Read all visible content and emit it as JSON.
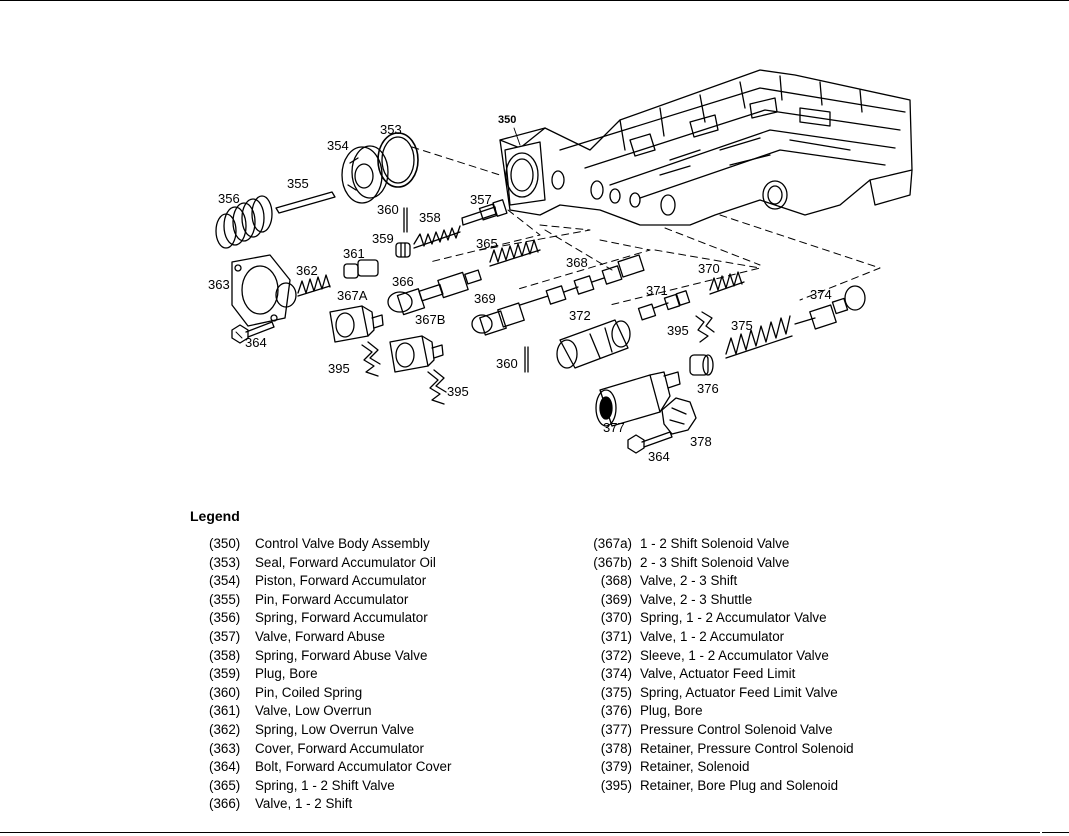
{
  "callouts": [
    {
      "id": "c350",
      "text": "350"
    },
    {
      "id": "c353",
      "text": "353"
    },
    {
      "id": "c354",
      "text": "354"
    },
    {
      "id": "c355",
      "text": "355"
    },
    {
      "id": "c356",
      "text": "356"
    },
    {
      "id": "c357",
      "text": "357"
    },
    {
      "id": "c358",
      "text": "358"
    },
    {
      "id": "c359",
      "text": "359"
    },
    {
      "id": "c360a",
      "text": "360"
    },
    {
      "id": "c360b",
      "text": "360"
    },
    {
      "id": "c361",
      "text": "361"
    },
    {
      "id": "c362",
      "text": "362"
    },
    {
      "id": "c363",
      "text": "363"
    },
    {
      "id": "c364a",
      "text": "364"
    },
    {
      "id": "c364b",
      "text": "364"
    },
    {
      "id": "c365",
      "text": "365"
    },
    {
      "id": "c366",
      "text": "366"
    },
    {
      "id": "c367A",
      "text": "367A"
    },
    {
      "id": "c367B",
      "text": "367B"
    },
    {
      "id": "c368",
      "text": "368"
    },
    {
      "id": "c369",
      "text": "369"
    },
    {
      "id": "c370",
      "text": "370"
    },
    {
      "id": "c371",
      "text": "371"
    },
    {
      "id": "c372",
      "text": "372"
    },
    {
      "id": "c374",
      "text": "374"
    },
    {
      "id": "c375",
      "text": "375"
    },
    {
      "id": "c376",
      "text": "376"
    },
    {
      "id": "c377",
      "text": "377"
    },
    {
      "id": "c378",
      "text": "378"
    },
    {
      "id": "c395a",
      "text": "395"
    },
    {
      "id": "c395b",
      "text": "395"
    },
    {
      "id": "c395c",
      "text": "395"
    }
  ],
  "legend": {
    "title": "Legend",
    "left": [
      {
        "code": "(350)",
        "desc": "Control Valve Body Assembly"
      },
      {
        "code": "(353)",
        "desc": "Seal, Forward Accumulator Oil"
      },
      {
        "code": "(354)",
        "desc": "Piston, Forward Accumulator"
      },
      {
        "code": "(355)",
        "desc": "Pin, Forward Accumulator"
      },
      {
        "code": "(356)",
        "desc": "Spring, Forward Accumulator"
      },
      {
        "code": "(357)",
        "desc": "Valve, Forward Abuse"
      },
      {
        "code": "(358)",
        "desc": "Spring, Forward Abuse Valve"
      },
      {
        "code": "(359)",
        "desc": "Plug, Bore"
      },
      {
        "code": "(360)",
        "desc": "Pin, Coiled Spring"
      },
      {
        "code": "(361)",
        "desc": "Valve, Low Overrun"
      },
      {
        "code": "(362)",
        "desc": "Spring, Low Overrun Valve"
      },
      {
        "code": "(363)",
        "desc": "Cover, Forward Accumulator"
      },
      {
        "code": "(364)",
        "desc": "Bolt, Forward Accumulator Cover"
      },
      {
        "code": "(365)",
        "desc": "Spring, 1 - 2 Shift Valve"
      },
      {
        "code": "(366)",
        "desc": "Valve, 1 - 2 Shift"
      }
    ],
    "right": [
      {
        "code": "(367a)",
        "desc": "1 - 2 Shift Solenoid Valve"
      },
      {
        "code": "(367b)",
        "desc": "2 - 3 Shift Solenoid Valve"
      },
      {
        "code": "(368)",
        "desc": "Valve, 2 - 3 Shift"
      },
      {
        "code": "(369)",
        "desc": "Valve, 2 - 3 Shuttle"
      },
      {
        "code": "(370)",
        "desc": "Spring, 1 - 2 Accumulator Valve"
      },
      {
        "code": "(371)",
        "desc": "Valve, 1 - 2 Accumulator"
      },
      {
        "code": "(372)",
        "desc": "Sleeve, 1 - 2 Accumulator Valve"
      },
      {
        "code": "(374)",
        "desc": "Valve, Actuator Feed Limit"
      },
      {
        "code": "(375)",
        "desc": "Spring, Actuator Feed Limit Valve"
      },
      {
        "code": "(376)",
        "desc": "Plug, Bore"
      },
      {
        "code": "(377)",
        "desc": "Pressure Control Solenoid Valve"
      },
      {
        "code": "(378)",
        "desc": "Retainer, Pressure Control Solenoid"
      },
      {
        "code": "(379)",
        "desc": "Retainer, Solenoid"
      },
      {
        "code": "(395)",
        "desc": "Retainer, Bore Plug and Solenoid"
      }
    ]
  }
}
